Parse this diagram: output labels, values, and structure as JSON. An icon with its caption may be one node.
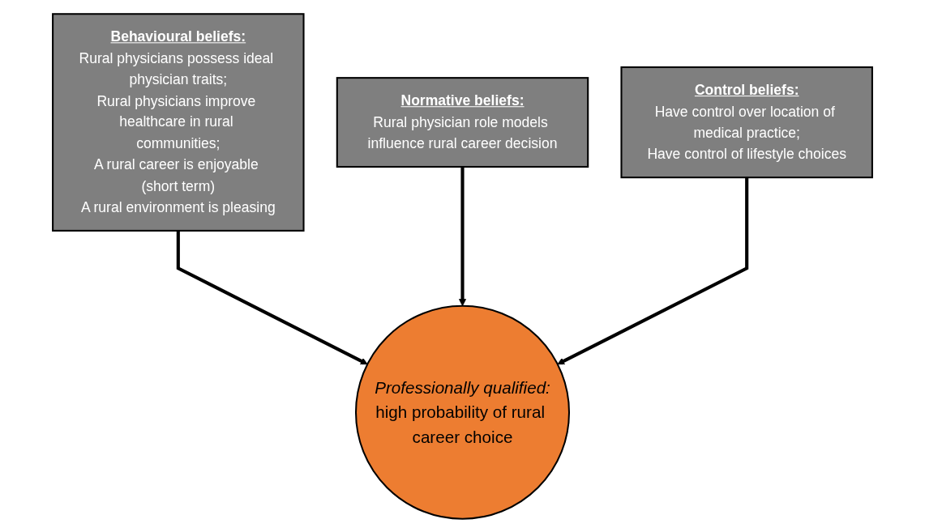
{
  "diagram": {
    "nodes": [
      {
        "text": [
          "Behavioural beliefs:",
          "Rural physicians possess ideal physician traits;",
          "Rural physicians improve healthcare in rural communities;",
          "A rural career is enjoyable (short term)",
          "A rural environment is pleasing"
        ]
      },
      {
        "text": [
          "Normative beliefs:",
          "Rural physician role models influence rural career decision"
        ]
      },
      {
        "text": [
          "Control beliefs:",
          "Have control over location of medical practice;",
          "Have control of lifestyle choices"
        ]
      },
      {
        "text": [
          "Professionally qualified:",
          "high probability of rural career choice"
        ]
      }
    ],
    "edges": [
      {
        "from": 0,
        "to": 3,
        "arrow": "to"
      },
      {
        "from": 1,
        "to": 3,
        "arrow": "to"
      },
      {
        "from": 2,
        "to": 3,
        "arrow": "to"
      }
    ]
  }
}
